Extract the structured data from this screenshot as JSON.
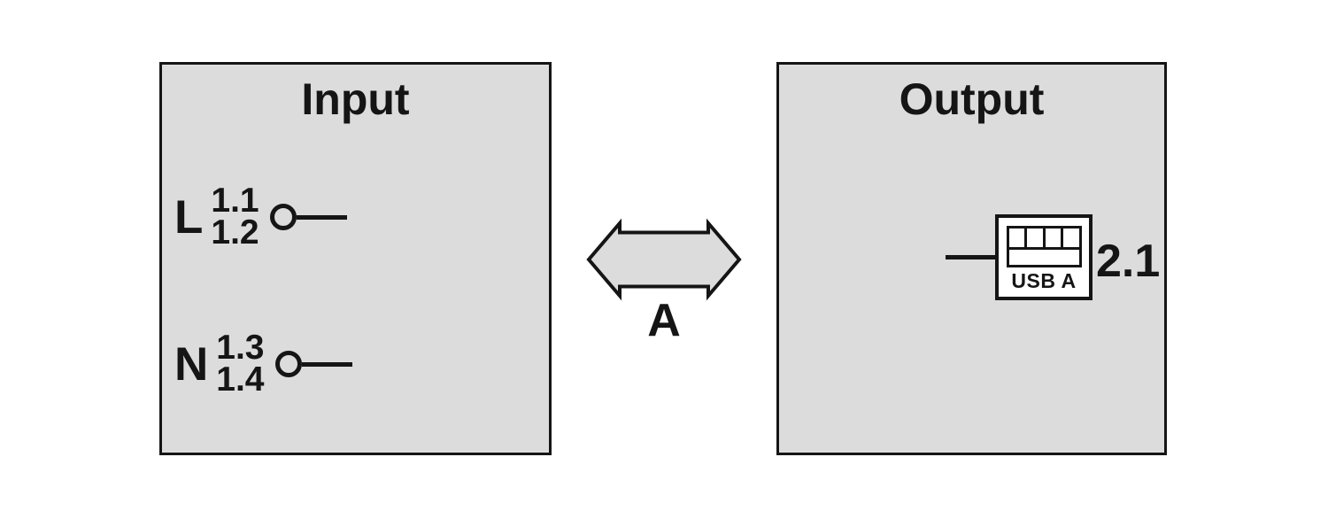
{
  "figure": {
    "background": "#ffffff",
    "panel_fill": "#dcdcdd",
    "stroke_color": "#151515"
  },
  "input_panel": {
    "title": "Input",
    "terminals": [
      {
        "letter": "L",
        "upper_number": "1.1",
        "lower_number": "1.2"
      },
      {
        "letter": "N",
        "upper_number": "1.3",
        "lower_number": "1.4"
      }
    ]
  },
  "transfer_arrow": {
    "label": "A"
  },
  "output_panel": {
    "title": "Output",
    "port": {
      "connector_label": "USB A",
      "terminal_number": "2.1"
    }
  }
}
